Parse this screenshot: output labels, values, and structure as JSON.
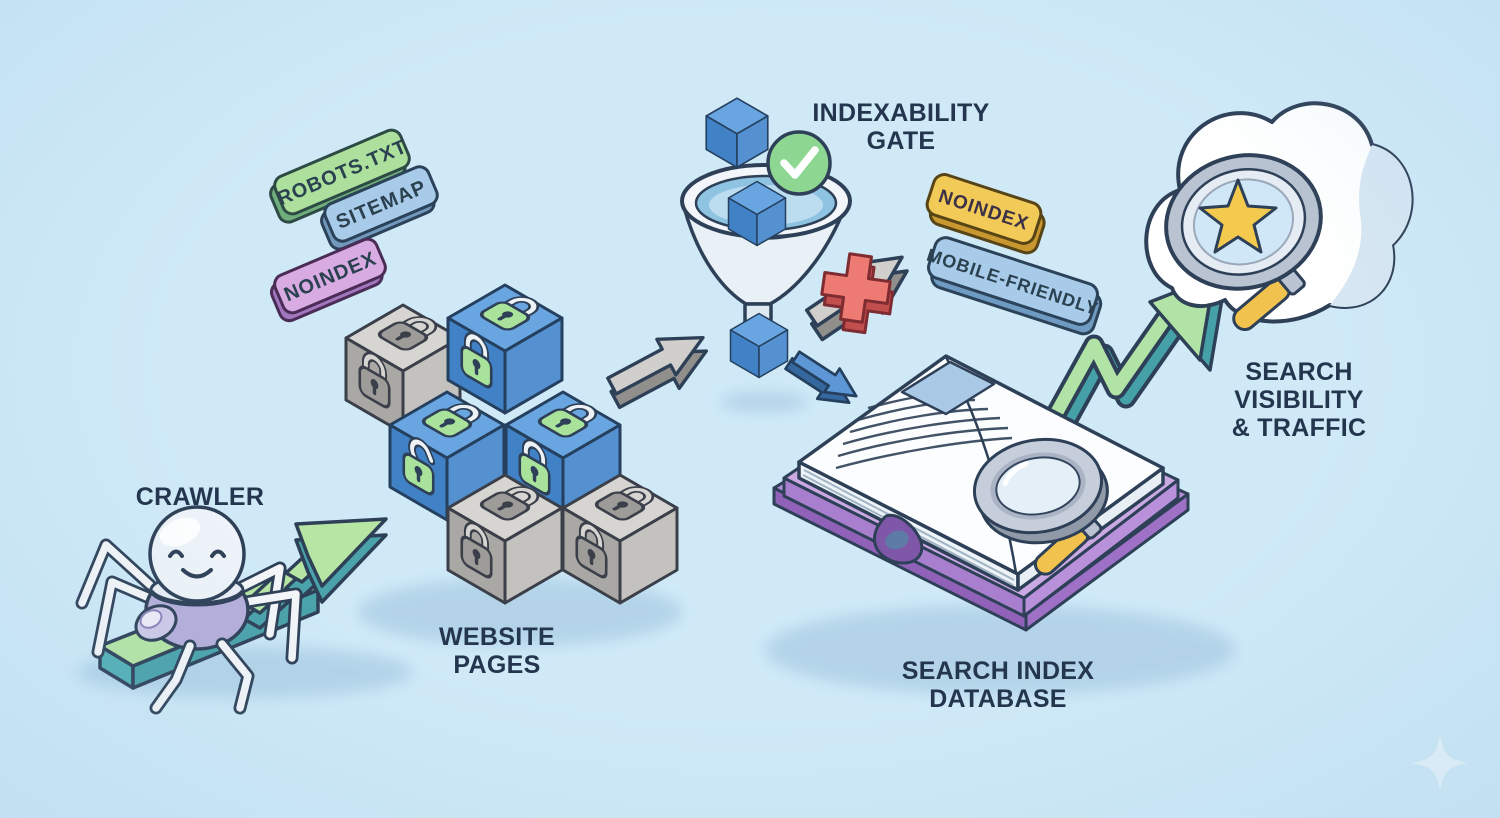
{
  "scene": {
    "title": "SEO crawling and indexing process illustration",
    "colors": {
      "background": "#cfe9f7",
      "outline": "#2e4057",
      "text": "#24364e",
      "green": "#b2e3a6",
      "teal": "#4aa4ac",
      "cube_blue": "#69a5e0",
      "cube_gray": "#cdccc8",
      "lock_green": "#a9e39b",
      "book_purple": "#b48fd8",
      "magnifier_yellow": "#f2c24e",
      "reject_red": "#e8716d",
      "check_green": "#8ed793",
      "tag_green": "#ace09c",
      "tag_blue": "#a7cbe9",
      "tag_purple": "#d8abe2",
      "tag_yellow": "#f2ca57"
    }
  },
  "labels": {
    "crawler": "CRAWLER",
    "website_pages": "WEBSITE\nPAGES",
    "indexability_gate": "INDEXABILITY\nGATE",
    "search_index_database": "SEARCH INDEX\nDATABASE",
    "search_visibility": "SEARCH VISIBILITY\n& TRAFFIC"
  },
  "tags": {
    "robots_txt": "ROBOTS.TXT",
    "sitemap": "SITEMAP",
    "noindex_meta": "NOINDEX",
    "noindex_gate": "NOINDEX",
    "mobile_friendly": "MOBILE-FRIENDLY"
  },
  "icons": [
    "crawler-spider-robot-icon",
    "growth-arrow-icon",
    "website-pages-cubes-icon",
    "padlock-locked-icon",
    "padlock-open-icon",
    "funnel-gate-icon",
    "check-circle-icon",
    "rejected-arrow-icon",
    "red-cross-icon",
    "open-book-database-icon",
    "magnifying-glass-icon",
    "trend-zigzag-arrow-icon",
    "search-cloud-icon",
    "star-icon",
    "sparkle-icon"
  ]
}
